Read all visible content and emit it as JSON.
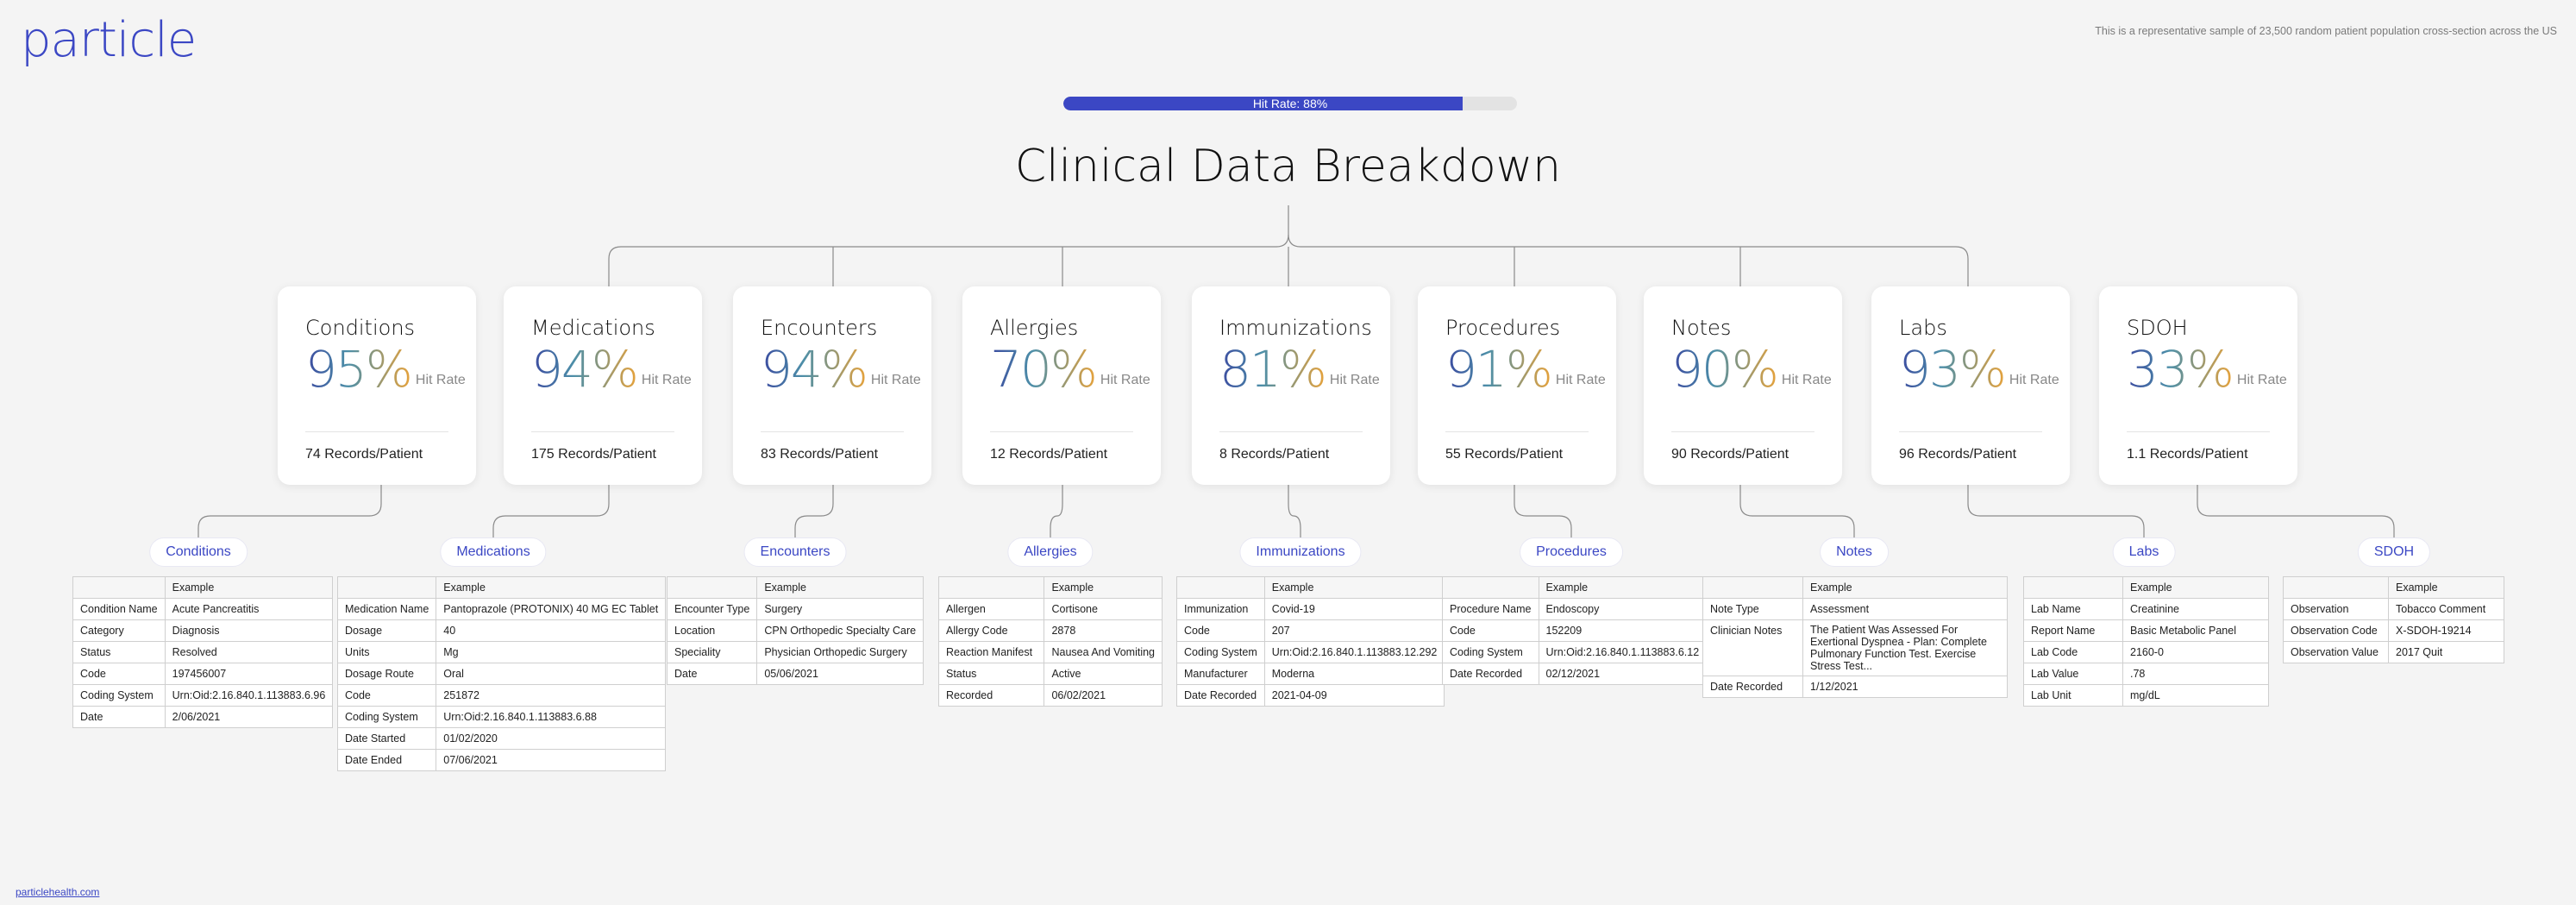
{
  "brand": {
    "logo_text": "particle",
    "accent_color": "#3b47c4"
  },
  "header": {
    "sample_note": "This is a representative sample of 23,500 random patient population cross-section across the US"
  },
  "hit_rate": {
    "label": "Hit Rate: 88%",
    "value_percent": 88
  },
  "title": "Clinical Data Breakdown",
  "hit_rate_suffix": "Hit Rate",
  "cards": [
    {
      "name": "Conditions",
      "rate": "95%",
      "records": "74 Records/Patient"
    },
    {
      "name": "Medications",
      "rate": "94%",
      "records": "175 Records/Patient"
    },
    {
      "name": "Encounters",
      "rate": "94%",
      "records": "83 Records/Patient"
    },
    {
      "name": "Allergies",
      "rate": "70%",
      "records": "12 Records/Patient"
    },
    {
      "name": "Immunizations",
      "rate": "81%",
      "records": "8 Records/Patient"
    },
    {
      "name": "Procedures",
      "rate": "91%",
      "records": "55 Records/Patient"
    },
    {
      "name": "Notes",
      "rate": "90%",
      "records": "90 Records/Patient"
    },
    {
      "name": "Labs",
      "rate": "93%",
      "records": "96 Records/Patient"
    },
    {
      "name": "SDOH",
      "rate": "33%",
      "records": "1.1 Records/Patient"
    }
  ],
  "examples": [
    {
      "label": "Conditions",
      "header": "Example",
      "rows": [
        [
          "Condition Name",
          "Acute Pancreatitis"
        ],
        [
          "Category",
          "Diagnosis"
        ],
        [
          "Status",
          "Resolved"
        ],
        [
          "Code",
          "197456007"
        ],
        [
          "Coding System",
          "Urn:Oid:2.16.840.1.113883.6.96"
        ],
        [
          "Date",
          "2/06/2021"
        ]
      ]
    },
    {
      "label": "Medications",
      "header": "Example",
      "rows": [
        [
          "Medication Name",
          "Pantoprazole (PROTONIX) 40 MG EC Tablet"
        ],
        [
          "Dosage",
          "40"
        ],
        [
          "Units",
          "Mg"
        ],
        [
          "Dosage Route",
          "Oral"
        ],
        [
          "Code",
          "251872"
        ],
        [
          "Coding System",
          "Urn:Oid:2.16.840.1.113883.6.88"
        ],
        [
          "Date Started",
          "01/02/2020"
        ],
        [
          "Date Ended",
          "07/06/2021"
        ]
      ]
    },
    {
      "label": "Encounters",
      "header": "Example",
      "rows": [
        [
          "Encounter Type",
          "Surgery"
        ],
        [
          "Location",
          "CPN Orthopedic Specialty Care"
        ],
        [
          "Speciality",
          "Physician Orthopedic Surgery"
        ],
        [
          "Date",
          "05/06/2021"
        ]
      ]
    },
    {
      "label": "Allergies",
      "header": "Example",
      "rows": [
        [
          "Allergen",
          "Cortisone"
        ],
        [
          "Allergy Code",
          "2878"
        ],
        [
          "Reaction Manifest",
          "Nausea And Vomiting"
        ],
        [
          "Status",
          "Active"
        ],
        [
          "Recorded",
          "06/02/2021"
        ]
      ]
    },
    {
      "label": "Immunizations",
      "header": "Example",
      "rows": [
        [
          "Immunization",
          "Covid-19"
        ],
        [
          "Code",
          "207"
        ],
        [
          "Coding System",
          "Urn:Oid:2.16.840.1.113883.12.292"
        ],
        [
          "Manufacturer",
          "Moderna"
        ],
        [
          "Date Recorded",
          "2021-04-09"
        ]
      ]
    },
    {
      "label": "Procedures",
      "header": "Example",
      "rows": [
        [
          "Procedure Name",
          "Endoscopy"
        ],
        [
          "Code",
          "152209"
        ],
        [
          "Coding System",
          "Urn:Oid:2.16.840.1.113883.6.12"
        ],
        [
          "Date Recorded",
          "02/12/2021"
        ]
      ]
    },
    {
      "label": "Notes",
      "header": "Example",
      "rows": [
        [
          "Note Type",
          "Assessment"
        ],
        [
          "Clinician Notes",
          "The Patient Was Assessed For Exertional Dyspnea - Plan: Complete Pulmonary Function Test. Exercise Stress Test..."
        ],
        [
          "Date Recorded",
          "1/12/2021"
        ]
      ]
    },
    {
      "label": "Labs",
      "header": "Example",
      "rows": [
        [
          "Lab Name",
          "Creatinine"
        ],
        [
          "Report Name",
          "Basic Metabolic Panel"
        ],
        [
          "Lab Code",
          "2160-0"
        ],
        [
          "Lab Value",
          ".78"
        ],
        [
          "Lab Unit",
          "mg/dL"
        ]
      ]
    },
    {
      "label": "SDOH",
      "header": "Example",
      "rows": [
        [
          "Observation",
          "Tobacco Comment"
        ],
        [
          "Observation Code",
          "X-SDOH-19214"
        ],
        [
          "Observation Value",
          "2017 Quit"
        ]
      ]
    }
  ],
  "footer": {
    "link": "particlehealth.com"
  }
}
